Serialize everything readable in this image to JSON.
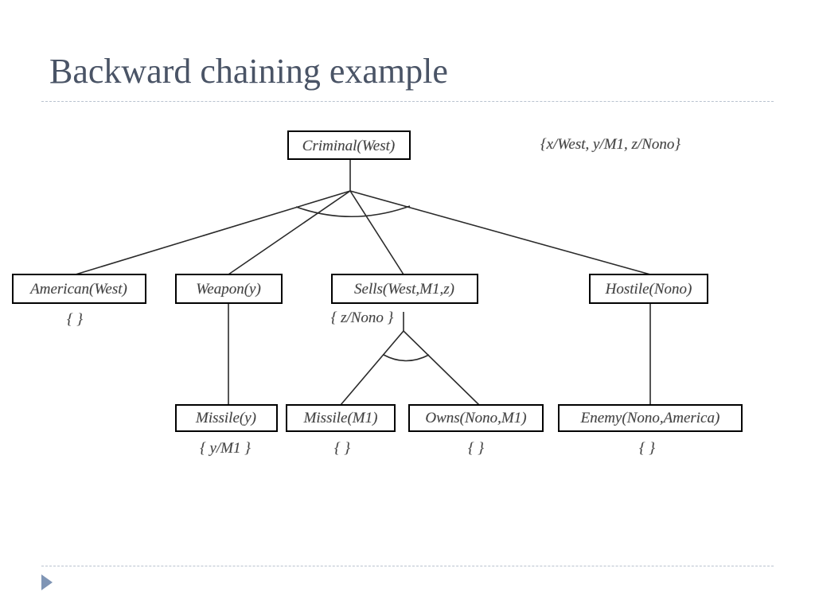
{
  "slide": {
    "title": "Backward chaining example"
  },
  "diagram": {
    "root_substitution": "{x/West, y/M1, z/Nono}",
    "nodes": {
      "criminal": "Criminal(West)",
      "american": "American(West)",
      "weapon": "Weapon(y)",
      "sells": "Sells(West,M1,z)",
      "hostile": "Hostile(Nono)",
      "missile_y": "Missile(y)",
      "missile_m1": "Missile(M1)",
      "owns": "Owns(Nono,M1)",
      "enemy": "Enemy(Nono,America)"
    },
    "substitutions": {
      "american": "{ }",
      "sells": "{ z/Nono }",
      "missile_y": "{ y/M1 }",
      "missile_m1": "{ }",
      "owns": "{ }",
      "enemy": "{ }"
    }
  },
  "colors": {
    "title": "#4a5466",
    "rule": "#b9c2cf",
    "nav_arrow": "#7f95b5"
  }
}
